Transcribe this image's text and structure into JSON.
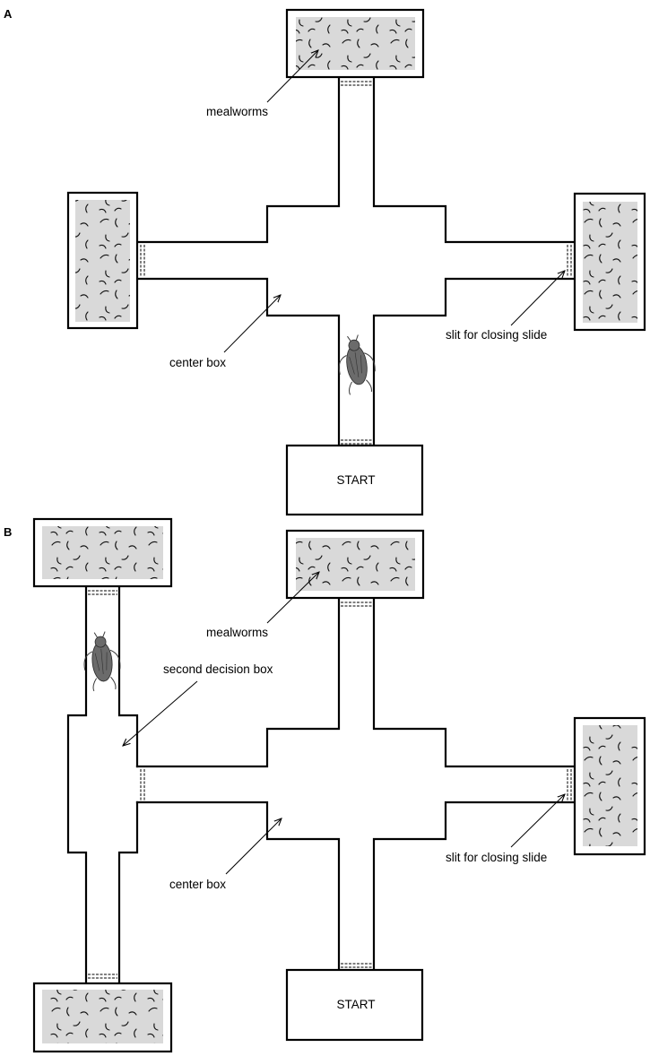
{
  "panels": [
    {
      "id": "A",
      "letter": "A",
      "labels": {
        "mealworms": "mealworms",
        "center_box": "center box",
        "slit": "slit for closing slide",
        "start": "START"
      }
    },
    {
      "id": "B",
      "letter": "B",
      "labels": {
        "mealworms": "mealworms",
        "second_decision_box": "second decision box",
        "center_box": "center box",
        "slit": "slit for closing slide",
        "start": "START"
      }
    }
  ],
  "icons": {
    "bat": "bat-icon",
    "arrow": "arrow-icon",
    "mealworm": "mealworm-icon"
  },
  "colors": {
    "food_tray": "#d9d9d9",
    "line": "#000000"
  }
}
